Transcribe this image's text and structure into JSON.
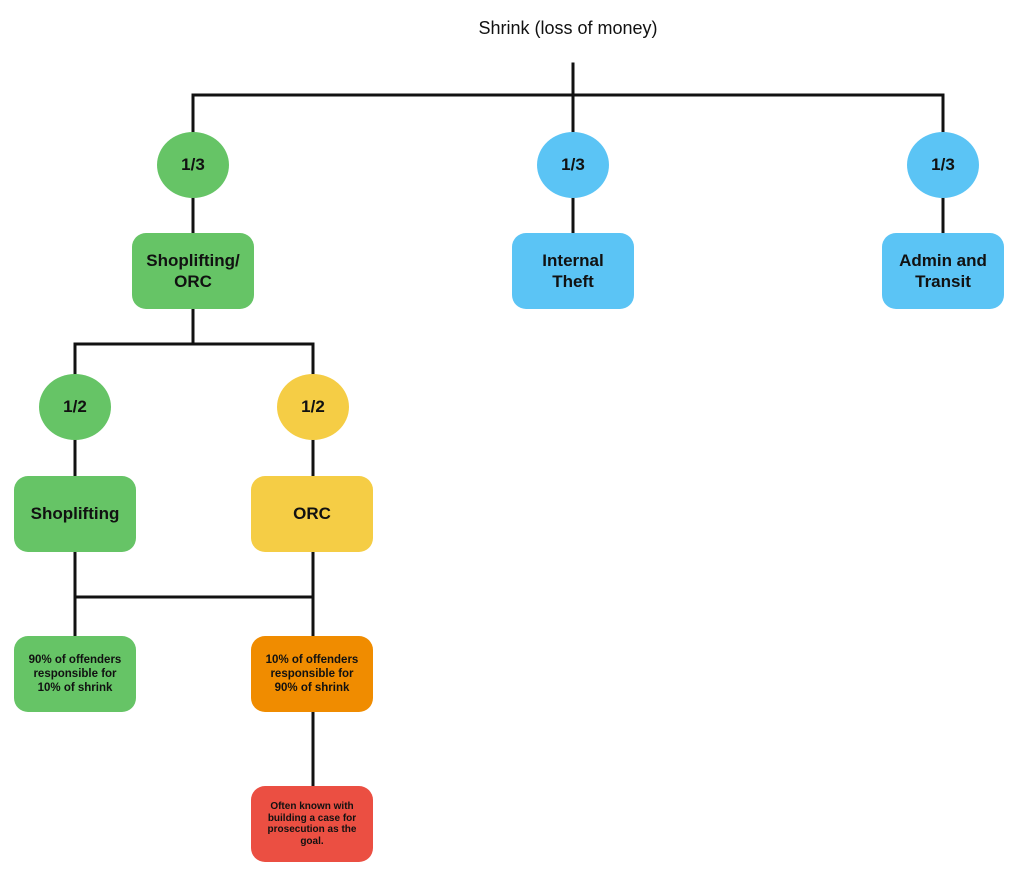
{
  "title": "Shrink (loss of money)",
  "colors": {
    "green": "#66c466",
    "blue": "#5bc4f5",
    "yellow": "#f5cd45",
    "orange": "#f08c00",
    "red": "#eb4f42",
    "line": "#111111"
  },
  "top_level": [
    {
      "fraction": "1/3",
      "label": "Shoplifting/\nORC"
    },
    {
      "fraction": "1/3",
      "label": "Internal Theft"
    },
    {
      "fraction": "1/3",
      "label": "Admin and Transit"
    }
  ],
  "sub_level": [
    {
      "fraction": "1/2",
      "label": "Shoplifting"
    },
    {
      "fraction": "1/2",
      "label": "ORC"
    }
  ],
  "notes": [
    {
      "text": "90% of offenders responsible for 10% of shrink"
    },
    {
      "text": "10% of offenders responsible for 90% of shrink"
    },
    {
      "text": "Often known with building a case for prosecution as the goal."
    }
  ]
}
